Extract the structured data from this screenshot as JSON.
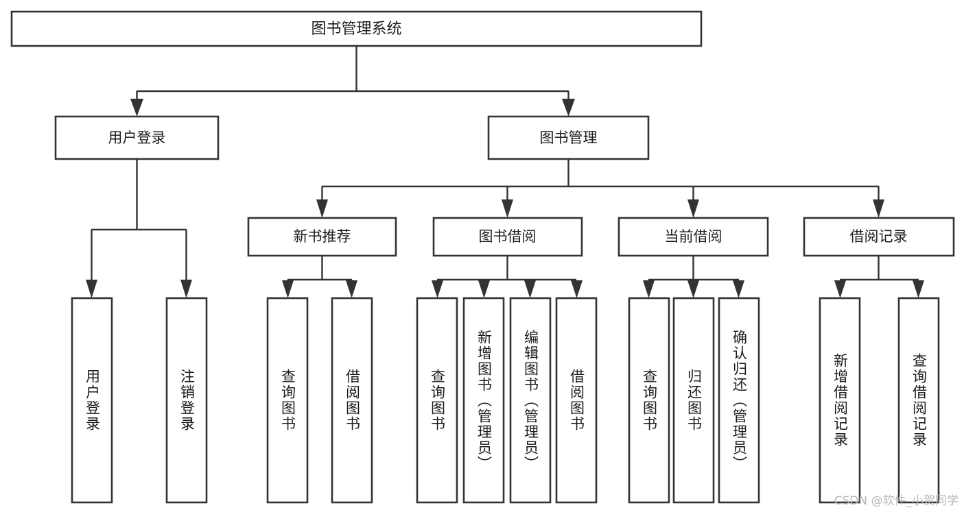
{
  "diagram": {
    "title": "图书管理系统",
    "type": "tree",
    "orientation": "top-down",
    "colors": {
      "box_stroke": "#333333",
      "box_fill": "#ffffff",
      "connector": "#333333",
      "text": "#1b1b1b",
      "watermark": "#b9b9b9",
      "background": "#ffffff"
    },
    "root": {
      "label": "图书管理系统"
    },
    "level2": [
      {
        "label": "用户登录"
      },
      {
        "label": "图书管理"
      }
    ],
    "level3": [
      {
        "label": "新书推荐"
      },
      {
        "label": "图书借阅"
      },
      {
        "label": "当前借阅"
      },
      {
        "label": "借阅记录"
      }
    ],
    "leaves": {
      "user_login": [
        {
          "label": "用户登录"
        },
        {
          "label": "注销登录"
        }
      ],
      "new_book_recommend": [
        {
          "label": "查询图书"
        },
        {
          "label": "借阅图书"
        }
      ],
      "book_borrow": [
        {
          "label": "查询图书"
        },
        {
          "label": "新增图书（管理员）"
        },
        {
          "label": "编辑图书（管理员）"
        },
        {
          "label": "借阅图书"
        }
      ],
      "current_borrow": [
        {
          "label": "查询图书"
        },
        {
          "label": "归还图书"
        },
        {
          "label": "确认归还（管理员）"
        }
      ],
      "borrow_record": [
        {
          "label": "新增借阅记录"
        },
        {
          "label": "查询借阅记录"
        }
      ]
    }
  },
  "watermark": {
    "text": "CSDN @软件_小贺同学"
  }
}
